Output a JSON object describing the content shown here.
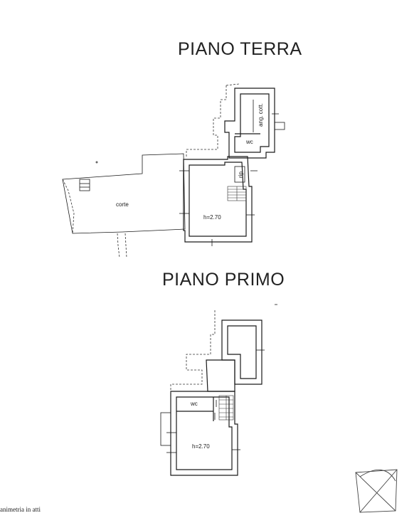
{
  "floors": [
    {
      "title": "PIANO TERRA",
      "rooms": {
        "courtyard": "corte",
        "main_room_height": "h=2.70",
        "wc": "wc",
        "storage": "ang. cott.",
        "closet": "rip."
      }
    },
    {
      "title": "PIANO PRIMO",
      "rooms": {
        "wc": "wc",
        "main_room_height": "h=2.70"
      }
    }
  ],
  "footer": {
    "caption": "animetria in atti"
  }
}
